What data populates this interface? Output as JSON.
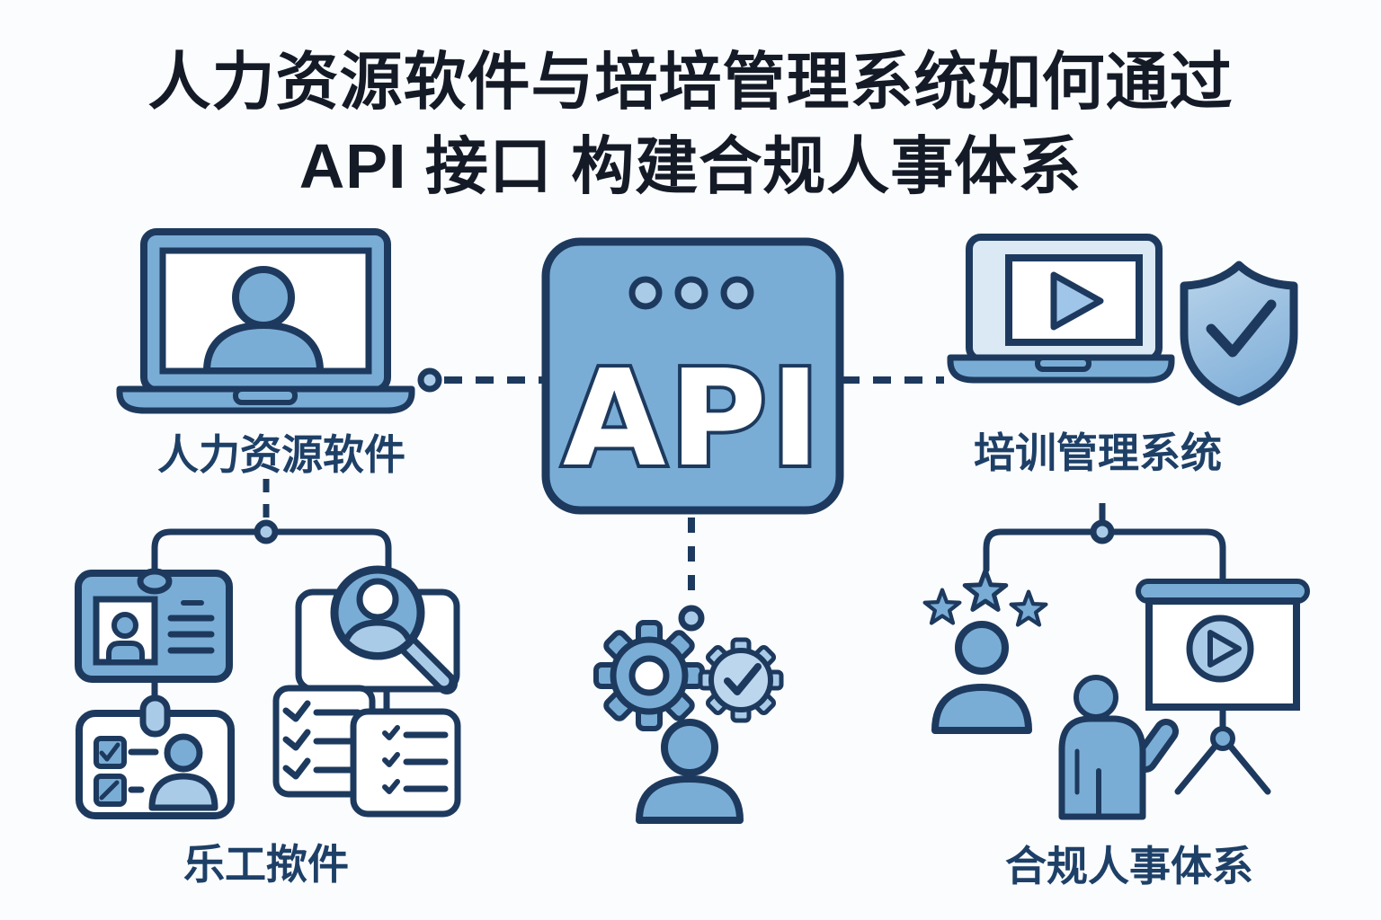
{
  "title": {
    "line1": "人力资源软件与培培管理系统如何通过",
    "line2": "API 接口 构建合规人事体系"
  },
  "api_box": {
    "label": "API"
  },
  "nodes": {
    "hr_software": {
      "label": "人力资源软件"
    },
    "training_system": {
      "label": "培训管理系统"
    },
    "employee_software": {
      "label": "乐工揿件"
    },
    "compliance_system": {
      "label": "合规人事体系"
    }
  },
  "icons": {
    "hr_software": "laptop-user-icon",
    "api": "api-chip-icon",
    "training_system": "laptop-video-icon",
    "security": "shield-check-icon",
    "employee_badge": "id-badge-icon",
    "employee_card": "id-card-checklist-icon",
    "recruiting": "candidate-search-magnifier-icon",
    "tasks": "checklist-icon",
    "automation": "gears-check-user-icon",
    "rating": "stars-user-icon",
    "trainer": "presenter-icon",
    "course": "presentation-screen-play-icon"
  },
  "colors": {
    "background": "#fbfcfe",
    "outline": "#1d3a5e",
    "fill_medium": "#7aadd6",
    "fill_light": "#a9cbe8",
    "fill_pale": "#dbe9f5",
    "title_text": "#141b27",
    "label_text": "#1e4067",
    "api_text": "#ffffff"
  }
}
